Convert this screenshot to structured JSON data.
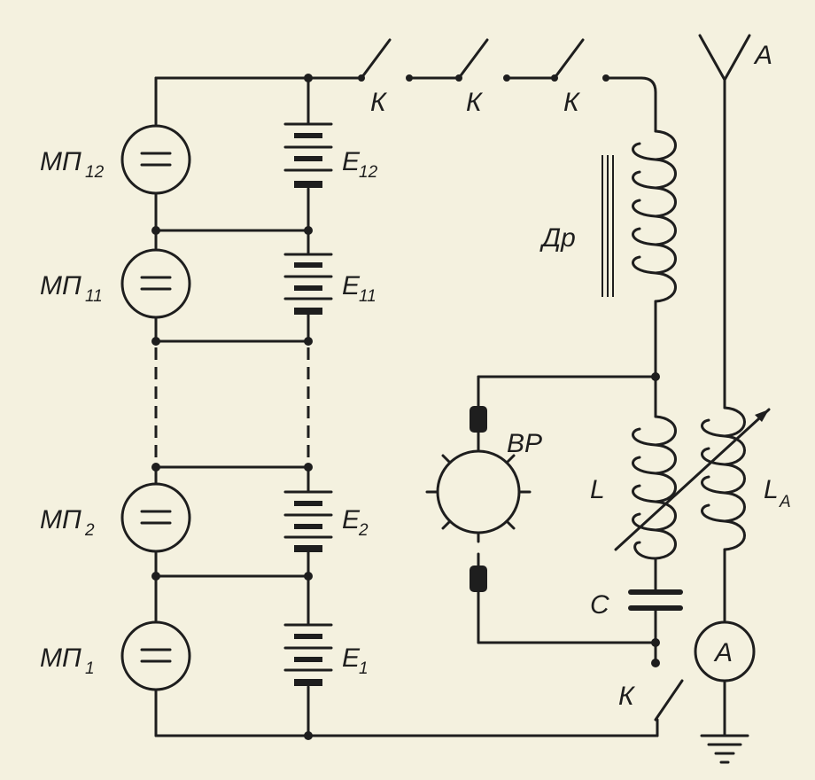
{
  "labels": {
    "generators": [
      {
        "name": "МП",
        "sub": "12"
      },
      {
        "name": "МП",
        "sub": "11"
      },
      {
        "name": "МП",
        "sub": "2"
      },
      {
        "name": "МП",
        "sub": "1"
      }
    ],
    "batteries": [
      {
        "name": "E",
        "sub": "12"
      },
      {
        "name": "E",
        "sub": "11"
      },
      {
        "name": "E",
        "sub": "2"
      },
      {
        "name": "E",
        "sub": "1"
      }
    ],
    "key": "К",
    "choke": "Др",
    "spark_gap": "ВР",
    "inductor": "L",
    "antenna_inductor": "L",
    "antenna_inductor_sub": "А",
    "capacitor": "C",
    "antenna": "А",
    "ammeter": "А"
  }
}
